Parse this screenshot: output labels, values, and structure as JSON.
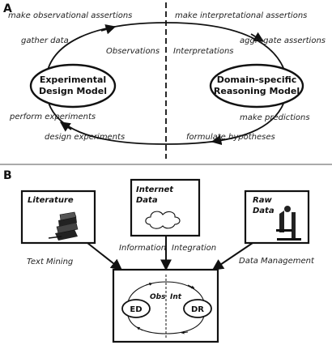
{
  "panel_a": {
    "letter": "A",
    "top_left": "make observational assertions",
    "top_right": "make interpretational assertions",
    "gather": "gather data",
    "observations": "Observations",
    "interpretations": "Interpretations",
    "aggregate": "aggregate assertions",
    "ed_line1": "Experimental",
    "ed_line2": "Design Model",
    "dr_line1": "Domain-specific",
    "dr_line2": "Reasoning Model",
    "perform": "perform experiments",
    "predict": "make predictions",
    "design": "design experiments",
    "formulate": "formulate hypotheses"
  },
  "panel_b": {
    "letter": "B",
    "literature": "Literature",
    "internet1": "Internet",
    "internet2": "Data",
    "raw1": "Raw",
    "raw2": "Data",
    "information": "Information",
    "integration": "Integration",
    "text_mining": "Text Mining",
    "data_management": "Data Management",
    "mini_obs": "Obs",
    "mini_int": "Int",
    "mini_ed": "ED",
    "mini_dr": "DR"
  }
}
